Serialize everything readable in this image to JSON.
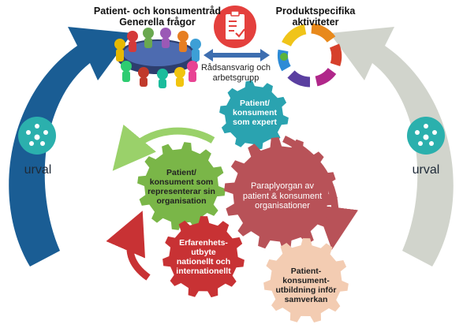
{
  "colors": {
    "navy_arrow": "#1a5d94",
    "grey_arrow": "#c9ccc3",
    "teal_gear": "#2aa3b0",
    "green_gear": "#7ab648",
    "rose_gear": "#b85258",
    "red_gear": "#c83234",
    "peach_gear": "#f3ccb2",
    "teal_circle": "#2bb0ad",
    "red_circle": "#e4403d",
    "double_arrow": "#3d6eb0"
  },
  "icons": [
    "network-people-icon",
    "clipboard-check-icon",
    "meeting-table-icon",
    "cycle-arrows-icon"
  ],
  "header_left": {
    "line1": "Patient- och konsumentråd",
    "line2": "Generella frågor"
  },
  "header_right": {
    "line1": "Produktspecifika",
    "line2": "aktiviteter"
  },
  "center_label": {
    "line1": "Rådsansvarig och",
    "line2": "arbetsgrupp"
  },
  "urval_left": "urval",
  "urval_right": "urval",
  "gears": {
    "expert": [
      "Patient/",
      "konsument",
      "som expert"
    ],
    "represent": [
      "Patient/",
      "konsument som",
      "representerar sin",
      "organisation"
    ],
    "umbrella": [
      "Paraplyorgan av",
      "patient & konsument",
      "organisationer"
    ],
    "exchange": [
      "Erfarenhets-",
      "utbyte",
      "nationellt och",
      "internationellt"
    ],
    "education": [
      "Patient-",
      "konsument-",
      "utbildning inför",
      "samverkan"
    ]
  }
}
